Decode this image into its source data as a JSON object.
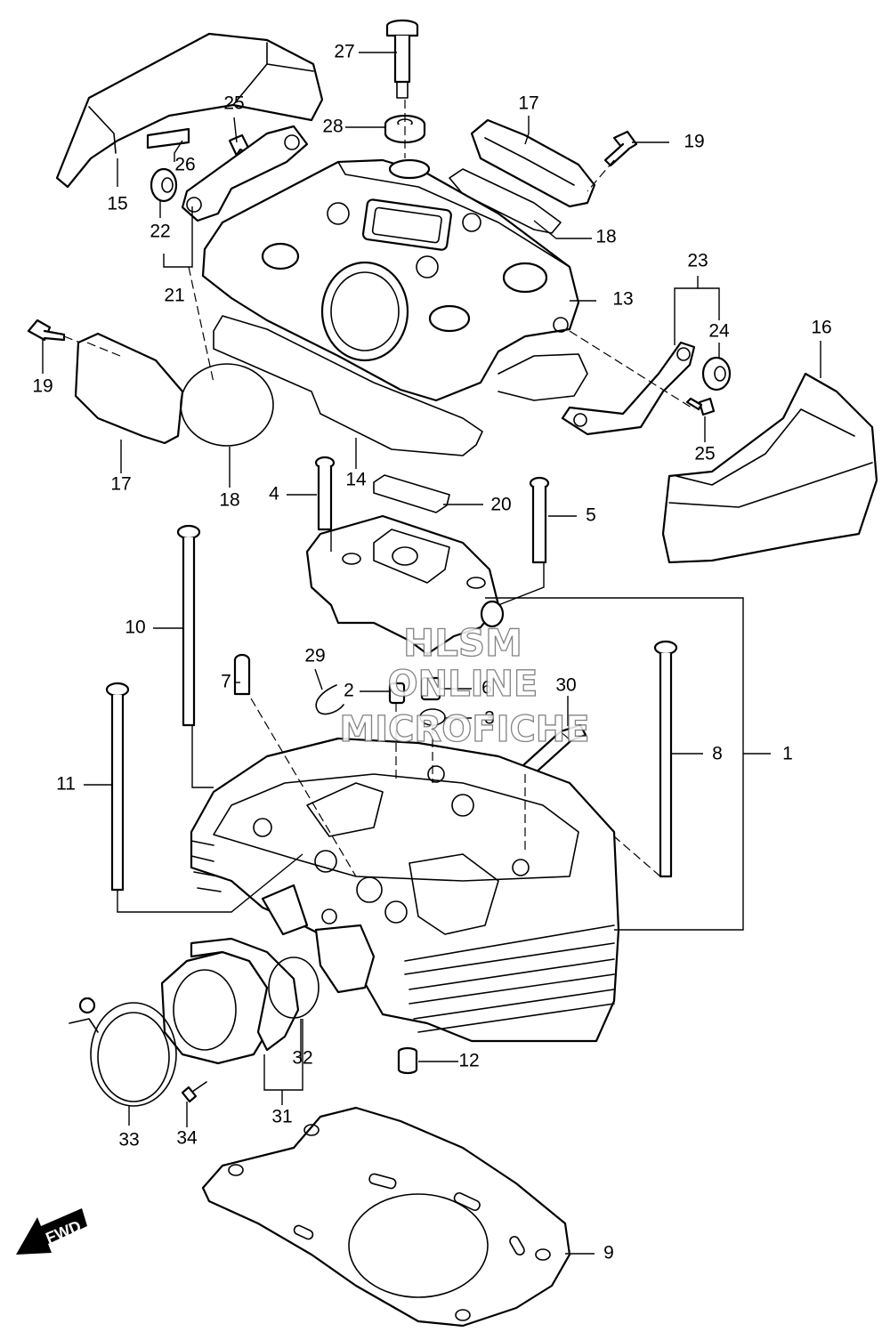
{
  "watermark": {
    "line1": "HLSM",
    "line2": "ONLINE",
    "line3": "MICROFICHE"
  },
  "fwd_label": "FWD",
  "callouts": [
    "1",
    "2",
    "3",
    "4",
    "5",
    "6",
    "7",
    "8",
    "9",
    "10",
    "11",
    "12",
    "13",
    "14",
    "15",
    "16",
    "17",
    "17",
    "18",
    "18",
    "19",
    "19",
    "20",
    "21",
    "22",
    "23",
    "24",
    "25",
    "25",
    "26",
    "27",
    "28",
    "29",
    "30",
    "31",
    "32",
    "33",
    "34"
  ]
}
